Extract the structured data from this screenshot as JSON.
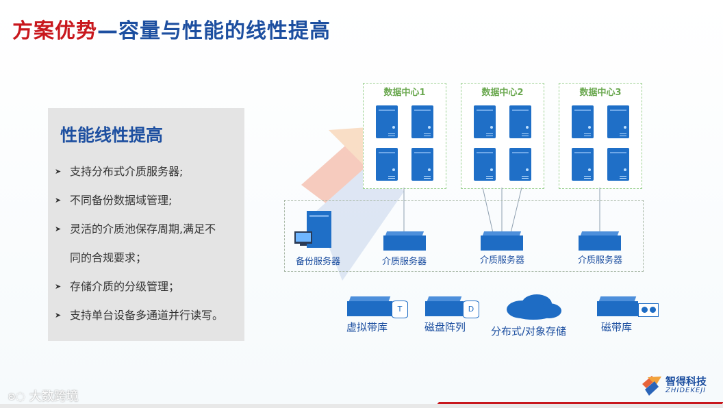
{
  "title": {
    "part1": "方案优势",
    "part2": "—容量与性能的线性提高"
  },
  "panel": {
    "heading": "性能线性提高",
    "bullets": [
      "支持分布式介质服务器;",
      "不同备份数据域管理;",
      "灵活的介质池保存周期,满足不",
      "同的合规要求；",
      "存储介质的分级管理；",
      "支持单台设备多通道并行读写。"
    ]
  },
  "datacenters": [
    "数据中心1",
    "数据中心2",
    "数据中心3"
  ],
  "network": {
    "backup_server": "备份服务器",
    "media_servers": [
      "介质服务器",
      "介质服务器",
      "介质服务器"
    ]
  },
  "storage": [
    {
      "label": "虚拟带库",
      "badge": "T"
    },
    {
      "label": "磁盘阵列",
      "badge": "D"
    },
    {
      "label": "分布式/对象存储"
    },
    {
      "label": "磁带库"
    }
  ],
  "watermark": "大数跨境",
  "brand": {
    "cn": "智得科技",
    "en": "ZHIDEKEJI"
  },
  "colors": {
    "accent_red": "#c8171d",
    "brand_blue": "#1d4fa0",
    "server_blue": "#1f6fc7",
    "dc_green": "#6aa84f"
  }
}
